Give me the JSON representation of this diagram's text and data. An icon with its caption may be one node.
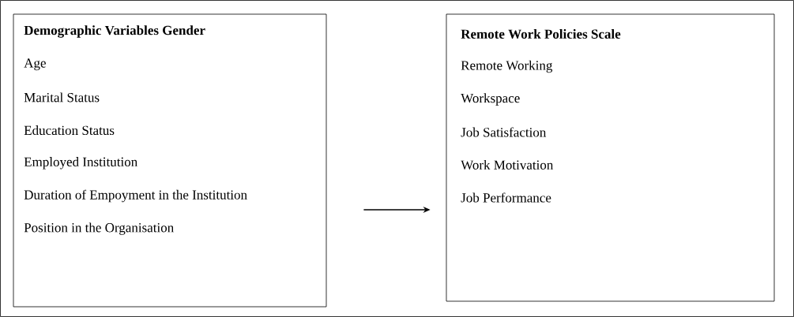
{
  "diagram": {
    "nodes": [
      {
        "text": [
          "Demographic Variables Gender",
          "Age",
          "Marital Status",
          "Education Status",
          "Employed Institution",
          "Duration of Empoyment in the Institution",
          "Position in the Organisation"
        ]
      },
      {
        "text": [
          "Remote Work Policies Scale",
          "Remote Working",
          "Workspace",
          "Job Satisfaction",
          "Work Motivation",
          "Job Performance"
        ]
      }
    ],
    "edges": [
      {
        "from": 0,
        "to": 1,
        "arrow": "to"
      }
    ]
  }
}
